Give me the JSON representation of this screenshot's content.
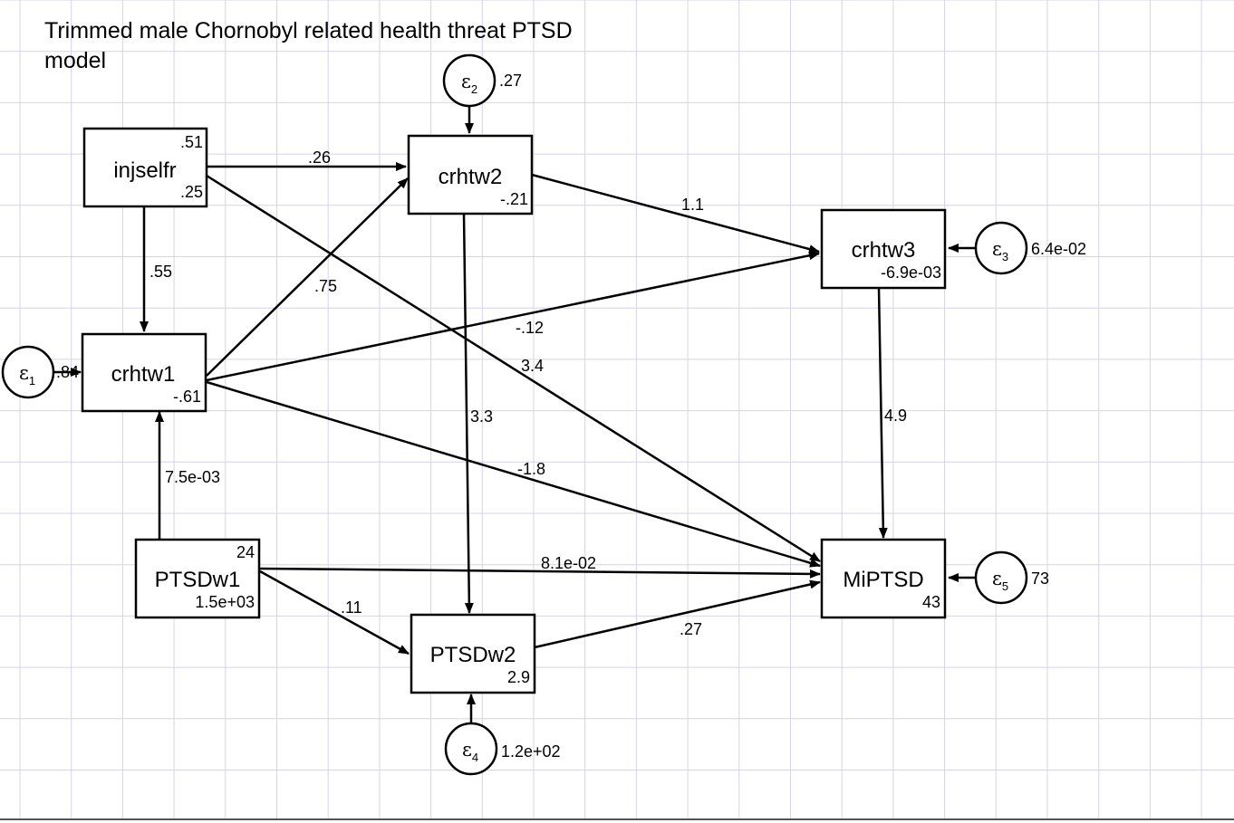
{
  "title_line1": "Trimmed male Chornobyl related health threat PTSD",
  "title_line2": "model",
  "nodes": {
    "injselfr": {
      "label": "injselfr",
      "top": ".51",
      "bottom": ".25"
    },
    "crhtw1": {
      "label": "crhtw1",
      "bottom": "-.61"
    },
    "crhtw2": {
      "label": "crhtw2",
      "bottom": "-.21"
    },
    "crhtw3": {
      "label": "crhtw3",
      "bottom": "-6.9e-03"
    },
    "ptsdw1": {
      "label": "PTSDw1",
      "top": "24",
      "bottom": "1.5e+03"
    },
    "ptsdw2": {
      "label": "PTSDw2",
      "bottom": "2.9"
    },
    "miptsd": {
      "label": "MiPTSD",
      "bottom": "43"
    }
  },
  "errors": {
    "e1": {
      "symbol": "ε",
      "sub": "1",
      "value": ".84"
    },
    "e2": {
      "symbol": "ε",
      "sub": "2",
      "value": ".27"
    },
    "e3": {
      "symbol": "ε",
      "sub": "3",
      "value": "6.4e-02"
    },
    "e4": {
      "symbol": "ε",
      "sub": "4",
      "value": "1.2e+02"
    },
    "e5": {
      "symbol": "ε",
      "sub": "5",
      "value": "73"
    }
  },
  "paths": {
    "injselfr_crhtw2": ".26",
    "injselfr_crhtw1": ".55",
    "crhtw1_crhtw2": ".75",
    "crhtw1_crhtw3": "-.12",
    "injselfr_miptsd": "3.4",
    "crhtw2_ptsdw2": "3.3",
    "crhtw2_crhtw3": "1.1",
    "crhtw3_miptsd": "4.9",
    "crhtw1_miptsd": "-1.8",
    "ptsdw1_crhtw1": "7.5e-03",
    "ptsdw1_miptsd": "8.1e-02",
    "ptsdw1_ptsdw2": ".11",
    "ptsdw2_miptsd": ".27"
  }
}
